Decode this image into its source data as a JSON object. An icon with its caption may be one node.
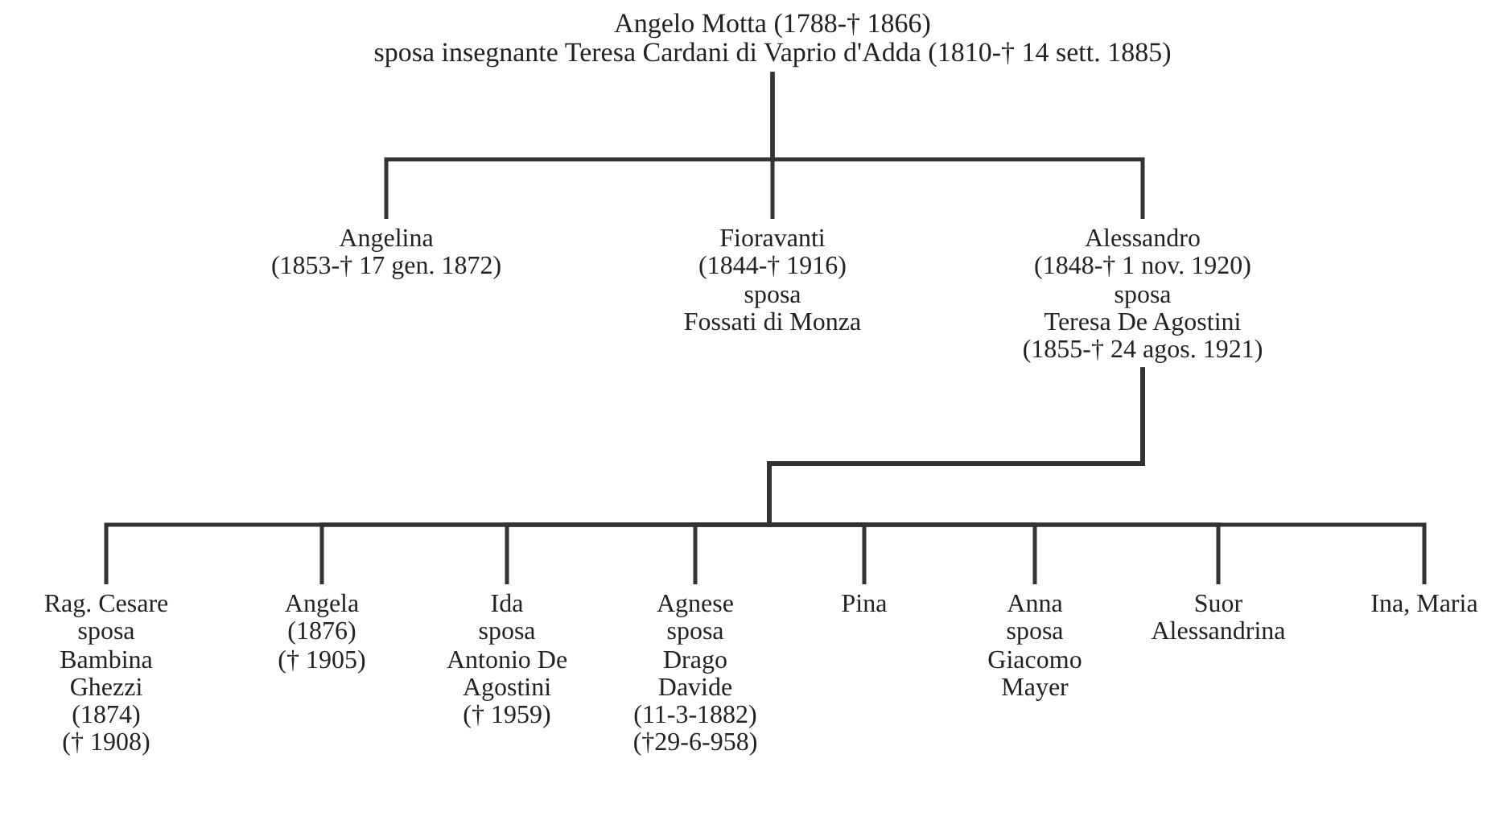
{
  "diagram": {
    "nodes": [
      {
        "text": [
          "Angelo Motta (1788-† 1866)",
          "sposa insegnante Teresa Cardani di Vaprio d'Adda (1810-† 14 sett. 1885)"
        ]
      },
      {
        "text": [
          "Angelina",
          "(1853-† 17 gen. 1872)"
        ]
      },
      {
        "text": [
          "Fioravanti",
          "(1844-† 1916)",
          "sposa",
          "Fossati di Monza"
        ]
      },
      {
        "text": [
          "Alessandro",
          "(1848-† 1 nov. 1920)",
          "sposa",
          "Teresa De Agostini",
          "(1855-† 24 agos. 1921)"
        ]
      },
      {
        "text": [
          "Rag. Cesare",
          "sposa",
          "Bambina Ghezzi",
          "(1874)",
          "(† 1908)"
        ]
      },
      {
        "text": [
          "Angela",
          "(1876)",
          "(† 1905)"
        ]
      },
      {
        "text": [
          "Ida",
          "sposa",
          "Antonio De Agostini",
          "(† 1959)"
        ]
      },
      {
        "text": [
          "Agnese",
          "sposa",
          "Drago Davide",
          "(11-3-1882)",
          "(†29-6-958)"
        ]
      },
      {
        "text": [
          "Pina"
        ]
      },
      {
        "text": [
          "Anna",
          "sposa",
          "Giacomo Mayer"
        ]
      },
      {
        "text": [
          "Suor Alessandrina"
        ]
      },
      {
        "text": [
          "Ina, Maria"
        ]
      }
    ],
    "edges": [
      {
        "from": 0,
        "to": 1,
        "arrow": "none"
      },
      {
        "from": 0,
        "to": 2,
        "arrow": "none"
      },
      {
        "from": 0,
        "to": 3,
        "arrow": "none"
      },
      {
        "from": 3,
        "to": 4,
        "arrow": "none"
      },
      {
        "from": 3,
        "to": 5,
        "arrow": "none"
      },
      {
        "from": 3,
        "to": 6,
        "arrow": "none"
      },
      {
        "from": 3,
        "to": 7,
        "arrow": "none"
      },
      {
        "from": 3,
        "to": 8,
        "arrow": "none"
      },
      {
        "from": 3,
        "to": 9,
        "arrow": "none"
      },
      {
        "from": 3,
        "to": 10,
        "arrow": "none"
      },
      {
        "from": 3,
        "to": 11,
        "arrow": "none"
      }
    ]
  }
}
